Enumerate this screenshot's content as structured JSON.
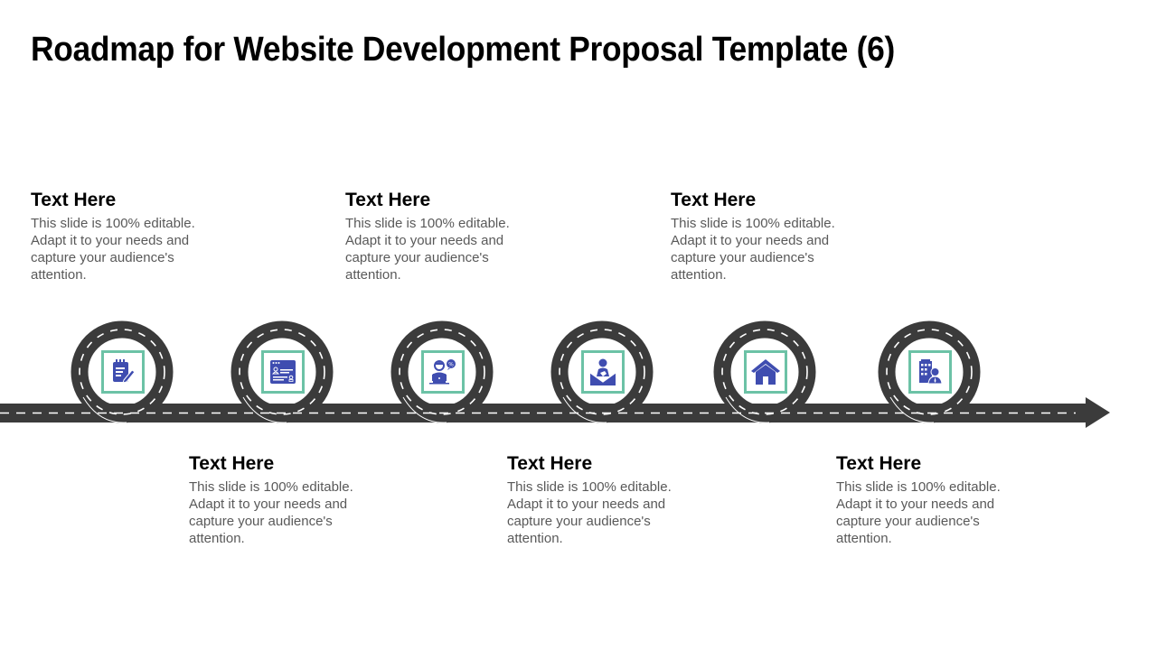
{
  "slide": {
    "title": "Roadmap for Website Development Proposal Template (6)"
  },
  "colors": {
    "road": "#3b3b3b",
    "lane_marking": "#ffffff",
    "icon_frame": "#6cc2a6",
    "icon_fill": "#3f4db0",
    "heading_text": "#000000",
    "body_text": "#595959"
  },
  "milestones": [
    {
      "position": "top",
      "heading": "Text Here",
      "body": "This slide is 100% editable. Adapt it to your needs and capture your audience's attention.",
      "icon": "notepad-pencil-icon"
    },
    {
      "position": "bottom",
      "heading": "Text Here",
      "body": "This slide is 100% editable. Adapt it to your needs and capture your audience's attention.",
      "icon": "web-profile-page-icon"
    },
    {
      "position": "top",
      "heading": "Text Here",
      "body": "This slide is 100% editable. Adapt it to your needs and capture your audience's attention.",
      "icon": "user-laptop-chat-icon"
    },
    {
      "position": "bottom",
      "heading": "Text Here",
      "body": "This slide is 100% editable. Adapt it to your needs and capture your audience's attention.",
      "icon": "person-with-open-box-icon"
    },
    {
      "position": "top",
      "heading": "Text Here",
      "body": "This slide is 100% editable. Adapt it to your needs and capture your audience's attention.",
      "icon": "house-icon"
    },
    {
      "position": "bottom",
      "heading": "Text Here",
      "body": "This slide is 100% editable. Adapt it to your needs and capture your audience's attention.",
      "icon": "office-building-person-icon"
    }
  ]
}
